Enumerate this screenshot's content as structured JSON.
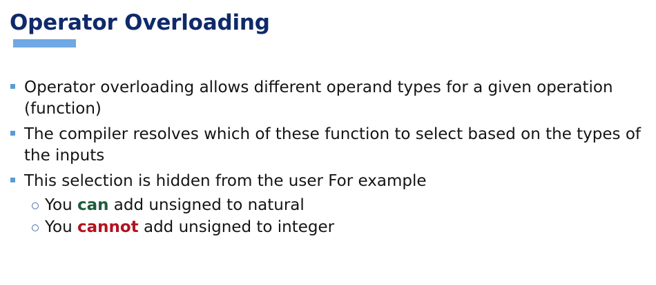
{
  "slide": {
    "title": "Operator Overloading",
    "bullets": [
      {
        "text": "Operator overloading allows different operand types for a given operation (function)"
      },
      {
        "text": "The compiler resolves which of these function to select based on the types of the inputs"
      },
      {
        "text": "This selection is hidden from the user For example"
      }
    ],
    "sub_bullets": [
      {
        "prefix": "You ",
        "highlight": "can",
        "suffix": " add unsigned to natural"
      },
      {
        "prefix": "You ",
        "highlight": "cannot",
        "suffix": " add unsigned to integer"
      }
    ]
  },
  "colors": {
    "title": "#0f2a6b",
    "title_bar": "#6fa8e4",
    "bullet_marker": "#5b9bd5",
    "highlight_can": "#1e5c3a",
    "highlight_cannot": "#b3121f"
  }
}
